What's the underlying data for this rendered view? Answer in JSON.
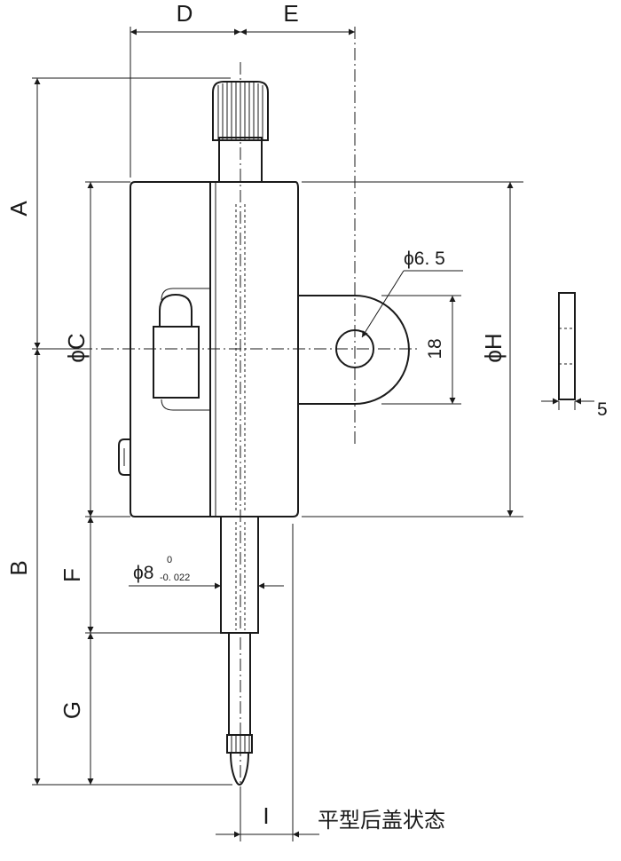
{
  "dimensions": {
    "A": "A",
    "B": "B",
    "C": "ϕC",
    "D": "D",
    "E": "E",
    "F": "F",
    "G": "G",
    "H": "ϕH",
    "I": "I",
    "hole_dia": "ϕ6. 5",
    "lug_height": "18",
    "thickness": "5",
    "stem_prefix": "ϕ8",
    "stem_tol_upper": "0",
    "stem_tol_lower": "-0. 022"
  },
  "caption": "平型后盖状态",
  "colors": {
    "line": "#1a1a1a",
    "background": "#ffffff"
  }
}
